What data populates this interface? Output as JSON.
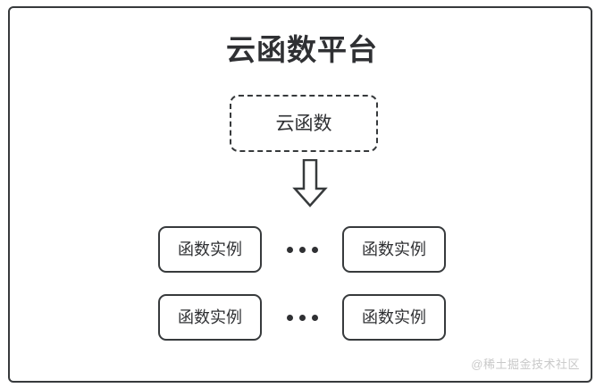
{
  "diagram": {
    "type": "architecture-block-diagram",
    "title": "云函数平台",
    "cloud_function": {
      "label": "云函数",
      "border_style": "dashed"
    },
    "arrow": {
      "name": "down-block-arrow",
      "direction": "down"
    },
    "instance_rows": [
      {
        "left_box": "函数实例",
        "ellipsis": "•••",
        "right_box": "函数实例"
      },
      {
        "left_box": "函数实例",
        "ellipsis": "•••",
        "right_box": "函数实例"
      }
    ],
    "watermark": "@稀土掘金技术社区",
    "colors": {
      "stroke": "#373a3c",
      "text": "#2f3033",
      "background": "#ffffff",
      "watermark": "#c9c9c9"
    }
  }
}
